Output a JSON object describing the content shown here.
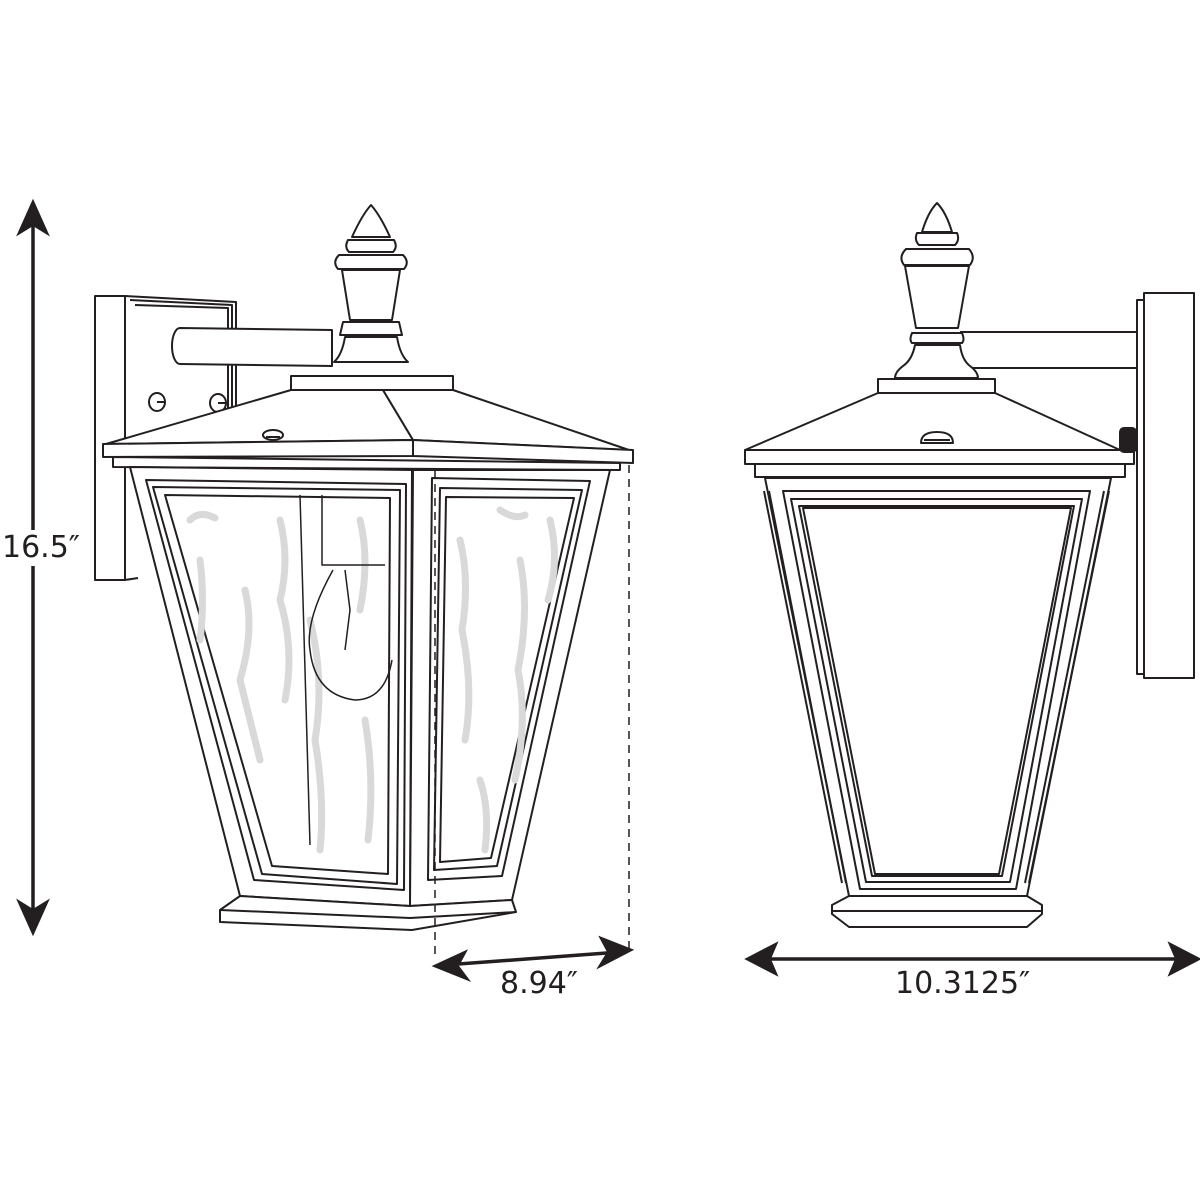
{
  "diagram": {
    "type": "dimension-drawing",
    "subject": "outdoor wall lantern",
    "views": [
      {
        "name": "side-view",
        "glass": "water glass",
        "shows_bulb": true
      },
      {
        "name": "front-view",
        "glass": "clear"
      }
    ],
    "dimensions": {
      "height": {
        "label": "16.5″",
        "value": 16.5,
        "unit": "in"
      },
      "depth": {
        "label": "8.94″",
        "value": 8.94,
        "unit": "in"
      },
      "width": {
        "label": "10.3125″",
        "value": 10.3125,
        "unit": "in"
      }
    },
    "colors": {
      "line": "#231f20",
      "glass_texture": "#d9d9d9",
      "background": "#ffffff"
    }
  }
}
